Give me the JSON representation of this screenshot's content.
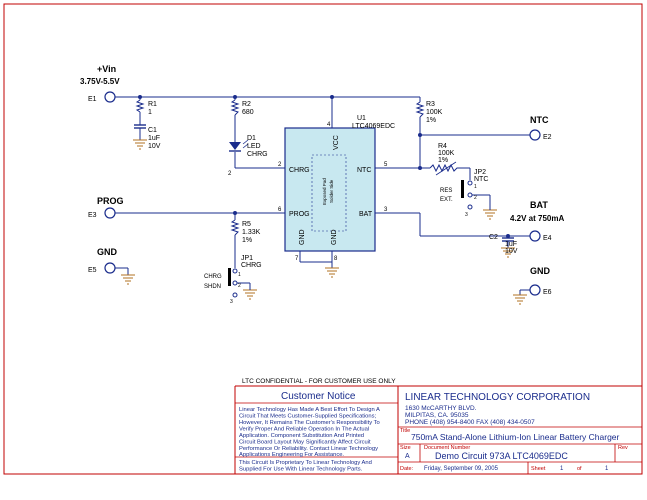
{
  "nets": {
    "vin": {
      "label": "+Vin",
      "range": "3.75V-5.5V",
      "terminal": "E1"
    },
    "prog": {
      "label": "PROG",
      "terminal": "E3"
    },
    "gnd_left": {
      "label": "GND",
      "terminal": "E5"
    },
    "ntc": {
      "label": "NTC",
      "terminal": "E2"
    },
    "bat": {
      "label": "BAT",
      "spec": "4.2V at 750mA",
      "terminal": "E4"
    },
    "gnd_right": {
      "label": "GND",
      "terminal": "E6"
    }
  },
  "components": {
    "r1": {
      "ref": "R1",
      "value": "1"
    },
    "c1": {
      "ref": "C1",
      "value": "1uF",
      "voltage": "10V"
    },
    "r2": {
      "ref": "R2",
      "value": "680"
    },
    "d1": {
      "ref": "D1",
      "type": "LED",
      "name": "CHRG"
    },
    "u1": {
      "ref": "U1",
      "part": "LTC4069EDC",
      "pin_chrg": "CHRG",
      "pin_prog": "PROG",
      "pin_vcc": "VCC",
      "pin_ntc": "NTC",
      "pin_bat": "BAT",
      "pin_gnd1": "GND",
      "pin_gnd2": "GND",
      "exposed_pad": "Exposed Pad",
      "solder_side": "Solder Side",
      "pin_numbers": [
        "2",
        "6",
        "4",
        "5",
        "3",
        "7",
        "8"
      ]
    },
    "r3": {
      "ref": "R3",
      "value": "100K",
      "tol": "1%"
    },
    "r4": {
      "ref": "R4",
      "value": "100K",
      "tol": "1%",
      "type": "NTC"
    },
    "jp2": {
      "ref": "JP2",
      "name": "NTC",
      "opt1": "RES",
      "opt2": "EXT.",
      "pins": [
        "1",
        "2",
        "3"
      ]
    },
    "c2": {
      "ref": "C2",
      "value": "1uF",
      "voltage": "10V"
    },
    "r5": {
      "ref": "R5",
      "value": "1.33K",
      "tol": "1%"
    },
    "jp1": {
      "ref": "JP1",
      "name": "CHRG",
      "opt1": "CHRG",
      "opt2": "SHDN",
      "pins": [
        "1",
        "2",
        "3"
      ]
    }
  },
  "title_block": {
    "confidential": "LTC CONFIDENTIAL - FOR CUSTOMER USE ONLY",
    "notice_title": "Customer Notice",
    "notice_lines": [
      "Linear Technology Has Made A Best Effort To Design A",
      "Circuit That Meets Customer-Supplied Specifications;",
      "However, It Remains The Customer's Responsibility To",
      "Verify Proper And Reliable Operation In The Actual",
      "Application. Component Substitution And Printed",
      "Circuit Board Layout May Significantly Affect Circuit",
      "Performance Or Reliability. Contact Linear Technology",
      "Applications Engineering For Assistance."
    ],
    "proprietary_lines": [
      "This Circuit Is Proprietary To Linear Technology And",
      "Supplied For Use With Linear Technology Parts."
    ],
    "company": "LINEAR TECHNOLOGY CORPORATION",
    "address_lines": [
      "1630 McCARTHY BLVD.",
      "MILPITAS, CA. 95035",
      "PHONE (408) 954-8400  FAX (408) 434-0507"
    ],
    "title_label": "Title",
    "title": "750mA Stand-Alone Lithium-Ion Linear Battery Charger",
    "size_label": "Size",
    "size": "A",
    "docnum_label": "Document Number",
    "docnum": "Demo Circuit 973A    LTC4069EDC",
    "rev_label": "Rev",
    "date_label": "Date:",
    "date": "Friday, September 09, 2005",
    "sheet_label": "Sheet",
    "sheet": "1",
    "of_label": "of",
    "sheets": "1"
  },
  "colors": {
    "wire": "#1a2c8c",
    "border": "#c00000",
    "ground": "#b07020",
    "chip_fill": "#c8e8f0"
  }
}
